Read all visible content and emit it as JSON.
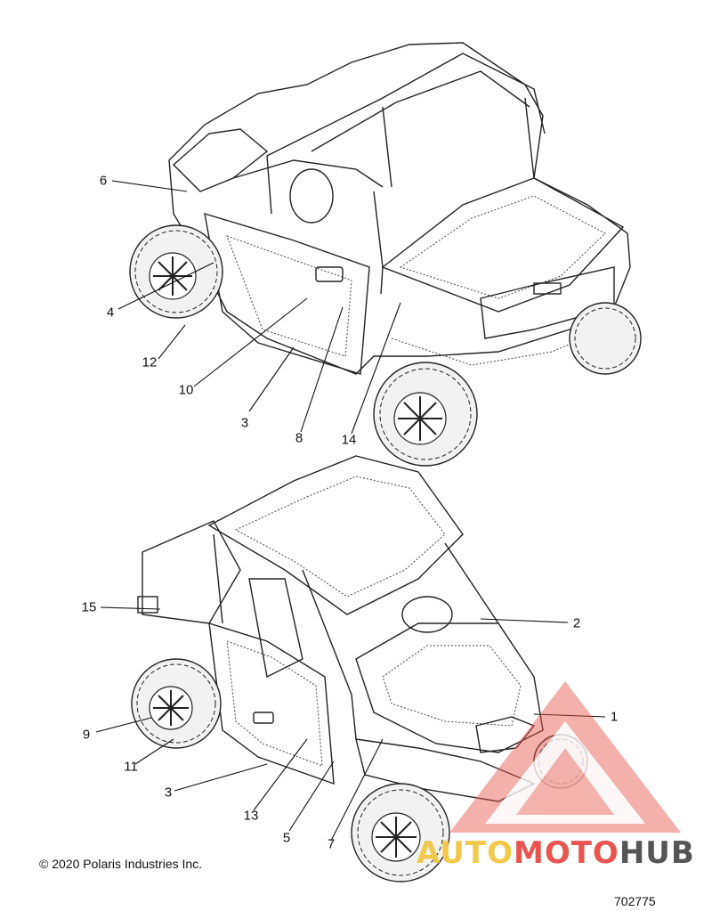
{
  "callouts": {
    "c1": "1",
    "c2": "2",
    "c3_top": "3",
    "c3_bottom": "3",
    "c4": "4",
    "c5": "5",
    "c6": "6",
    "c7": "7",
    "c8": "8",
    "c9": "9",
    "c10": "10",
    "c11": "11",
    "c12": "12",
    "c13": "13",
    "c14": "14",
    "c15": "15"
  },
  "copyright": "© 2020 Polaris Industries Inc.",
  "part_number": "702775",
  "watermark": {
    "word1": "AUTO",
    "word2": "MOTO",
    "word3": "HUB",
    "colors": {
      "yellow": "#f2c94c",
      "red": "#e8554e",
      "gray": "#555555"
    }
  }
}
